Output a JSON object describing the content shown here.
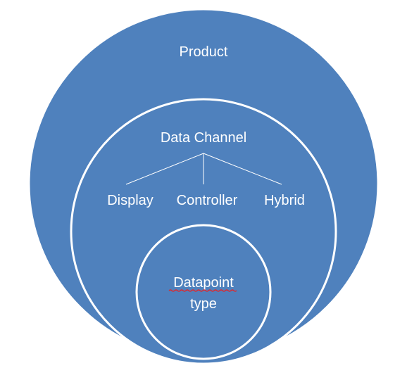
{
  "diagram": {
    "outer": {
      "label": "Product"
    },
    "middle": {
      "label": "Data Channel",
      "branches": [
        "Display",
        "Controller",
        "Hybrid"
      ]
    },
    "inner": {
      "label_line1": "Datapoint",
      "label_line2": "type"
    }
  },
  "colors": {
    "fill": "#4f81bd",
    "stroke": "#ffffff",
    "text": "#ffffff",
    "spellcheck": "#e0262b"
  }
}
